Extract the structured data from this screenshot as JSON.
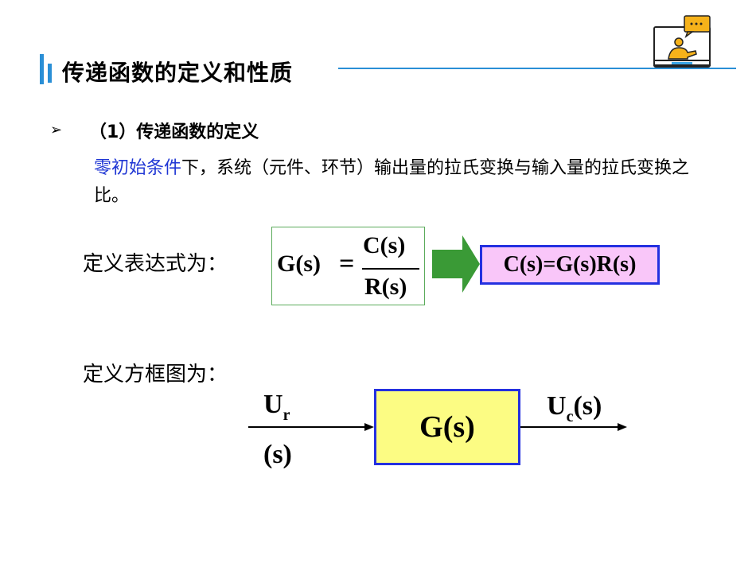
{
  "header": {
    "title": "传递函数的定义和性质"
  },
  "bullet": {
    "marker": "➢",
    "heading": "（1）传递函数的定义"
  },
  "definition": {
    "highlight": "零初始条件",
    "rest": "下，系统（元件、环节）输出量的拉氏变换与输入量的拉氏变换之比。"
  },
  "expression": {
    "label": "定义表达式为：",
    "lhs": "G(s)",
    "equals": "=",
    "numerator": "C(s)",
    "denominator": "R(s)",
    "result": "C(s)=G(s)R(s)",
    "arrow_color": "#3a9a36",
    "result_bg": "#f9c6f9",
    "result_border": "#2430e0"
  },
  "diagram": {
    "label": "定义方框图为：",
    "input_main": "U",
    "input_sub": "r",
    "input_rest": "(s)",
    "block": "G(s)",
    "output_main": "U",
    "output_sub": "c",
    "output_rest": "(s)",
    "block_bg": "#fcfc83",
    "block_border": "#2430e0"
  },
  "icons": {
    "logo": "presenter-chat-icon",
    "bullet": "arrowhead-bullet-icon"
  }
}
